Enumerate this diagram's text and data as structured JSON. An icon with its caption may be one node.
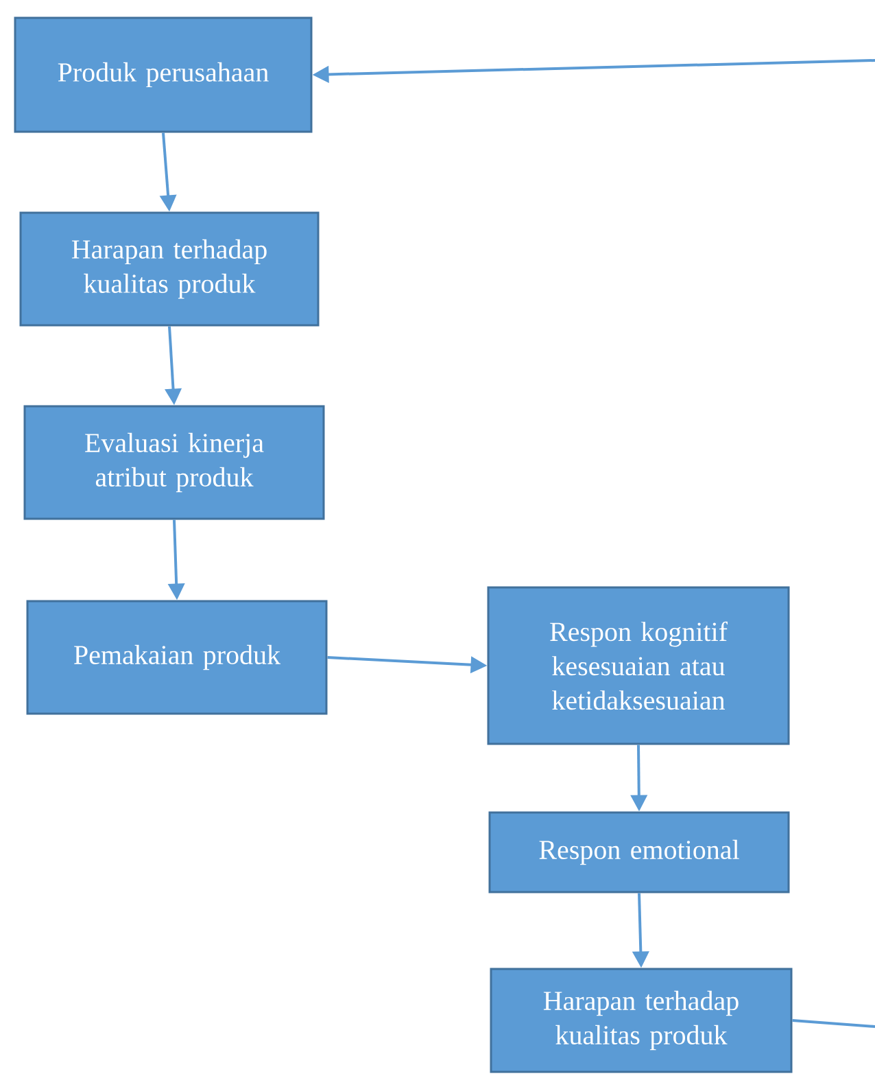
{
  "diagram": {
    "nodes": [
      {
        "text": [
          "Produk perusahaan"
        ]
      },
      {
        "text": [
          "Harapan terhadap kualitas produk"
        ]
      },
      {
        "text": [
          "Evaluasi kinerja atribut produk"
        ]
      },
      {
        "text": [
          "Pemakaian produk"
        ]
      },
      {
        "text": [
          "Respon kognitif kesesuaian atau ketidaksesuaian"
        ]
      },
      {
        "text": [
          "Respon emotional"
        ]
      },
      {
        "text": [
          "Harapan terhadap kualitas produk"
        ]
      }
    ],
    "edges": [
      {
        "from": 0,
        "to": 1,
        "arrow": "to"
      },
      {
        "from": 1,
        "to": 2,
        "arrow": "to"
      },
      {
        "from": 2,
        "to": 3,
        "arrow": "to"
      },
      {
        "from": 3,
        "to": 4,
        "arrow": "to"
      },
      {
        "from": 4,
        "to": 5,
        "arrow": "to"
      },
      {
        "from": 5,
        "to": 6,
        "arrow": "to"
      },
      {
        "from": 6,
        "to": null,
        "arrow": "none"
      },
      {
        "from": null,
        "to": 0,
        "arrow": "to"
      }
    ]
  }
}
